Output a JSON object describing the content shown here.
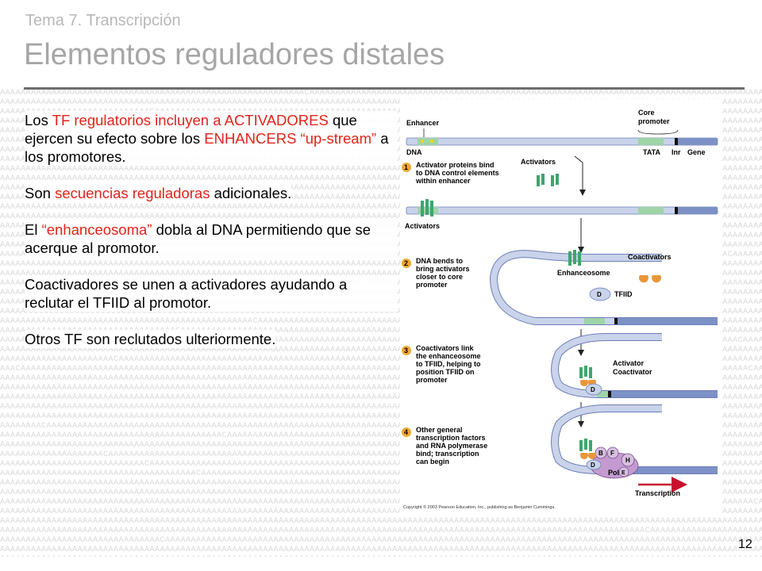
{
  "slide": {
    "subtitle": "Tema 7. Transcripción",
    "title": "Elementos reguladores distales",
    "page_number": "12"
  },
  "body": {
    "p1": {
      "a": "Los ",
      "b": "TF regulatorios incluyen a ACTIVADORES",
      "c": " que ejercen su efecto sobre los ",
      "d": "ENHANCERS “up-stream”",
      "e": " a los promotores."
    },
    "p2": {
      "a": "Son ",
      "b": "secuencias reguladoras",
      "c": " adicionales."
    },
    "p3": {
      "a": "El ",
      "b": "“enhanceosoma”",
      "c": " dobla al DNA permitiendo que se acerque al promotor."
    },
    "p4": {
      "a": "Coactivadores se unen a activadores ayudando a reclutar el TFIID al promotor."
    },
    "p5": {
      "a": "Otros TF son reclutados ulteriormente."
    }
  },
  "figure": {
    "enhancer_label": "Enhancer",
    "core_promoter_label": "Core\npromoter",
    "dna_label": "DNA",
    "tata_label": "TATA",
    "inr_label": "Inr",
    "gene_label": "Gene",
    "activators_label": "Activators",
    "step1": {
      "num": "1",
      "text": "Activator proteins bind\nto DNA control elements\nwithin enhancer"
    },
    "activators_label2": "Activators",
    "step2": {
      "num": "2",
      "text": "DNA bends to\nbring activators\ncloser to core\npromoter"
    },
    "coactivators_label": "Coactivators",
    "enhanceosome_label": "Enhanceosome",
    "tfiid_label": "TFIID",
    "d_label": "D",
    "step3": {
      "num": "3",
      "text": "Coactivators link\nthe enhanceosome\nto TFIID, helping to\nposition TFIID on\npromoter"
    },
    "activator_label": "Activator",
    "coactivator_label": "Coactivator",
    "step4": {
      "num": "4",
      "text": "Other general\ntranscription factors\nand RNA polymerase\nbind; transcription\ncan begin"
    },
    "b_label": "B",
    "f_label": "F",
    "h_label": "H",
    "e_label": "E",
    "pol_label": "Pol",
    "transcription_label": "Transcription",
    "copyright": "Copyright © 2003 Pearson Education, Inc., publishing as Benjamin Cummings."
  },
  "colors": {
    "highlight": "#e0231b",
    "dna_fill": "#c9d3ea",
    "dna_stroke": "#6d7fb8",
    "enhancer_green": "#9fd4a8",
    "activator_green": "#3da66f",
    "coactivator_orange": "#e9973a",
    "polymerase_purple": "#c49bd1",
    "step_badge": "#f0a830",
    "transcription_arrow": "#c8102e"
  },
  "icons": [
    "dna-helix",
    "activator-protein",
    "coactivator-protein",
    "rna-polymerase",
    "down-arrow",
    "transcription-arrow"
  ]
}
